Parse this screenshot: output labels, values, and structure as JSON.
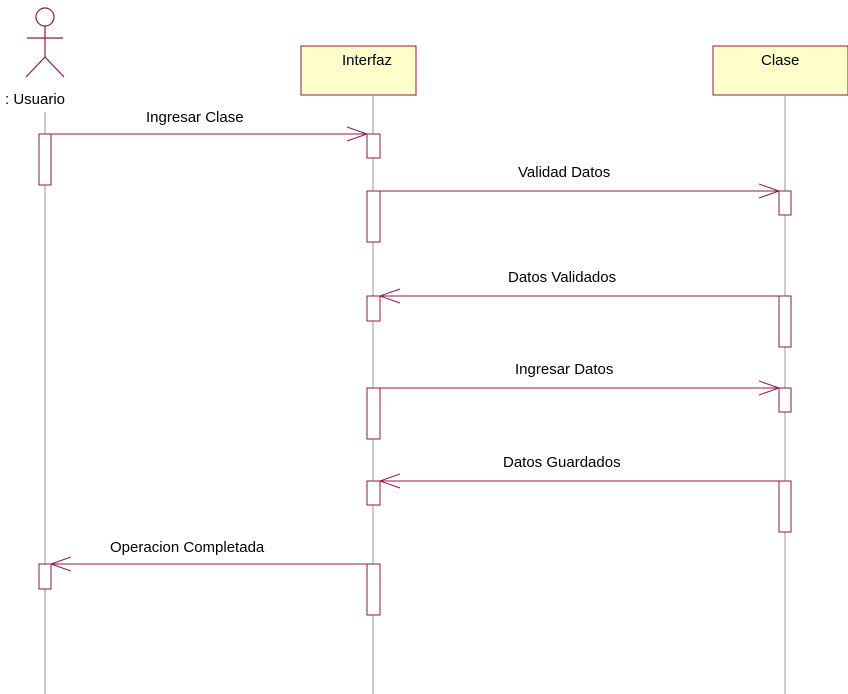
{
  "diagram": {
    "participants": [
      {
        "id": "usuario",
        "label": ": Usuario",
        "kind": "actor"
      },
      {
        "id": "interfaz",
        "label": "Interfaz",
        "kind": "object"
      },
      {
        "id": "clase",
        "label": "Clase",
        "kind": "object"
      }
    ],
    "messages": [
      {
        "label": "Ingresar Clase",
        "from": "usuario",
        "to": "interfaz"
      },
      {
        "label": "Validad Datos",
        "from": "interfaz",
        "to": "clase"
      },
      {
        "label": "Datos Validados",
        "from": "clase",
        "to": "interfaz"
      },
      {
        "label": "Ingresar Datos",
        "from": "interfaz",
        "to": "clase"
      },
      {
        "label": "Datos Guardados",
        "from": "clase",
        "to": "interfaz"
      },
      {
        "label": "Operacion Completada",
        "from": "interfaz",
        "to": "usuario"
      }
    ],
    "colors": {
      "line": "#8b1a45",
      "object_fill": "#ffffcc",
      "lifeline": "#9a9a9a"
    }
  }
}
